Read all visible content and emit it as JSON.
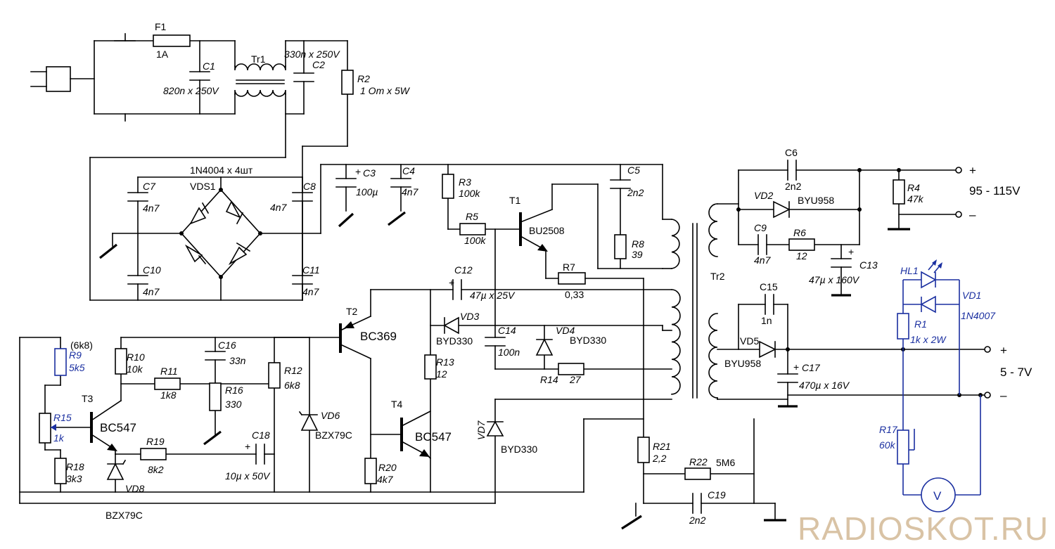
{
  "labels": {
    "F1": "F1",
    "F1v": "1A",
    "C1": "C1",
    "C1v": "820n x 250V",
    "Tr1": "Tr1",
    "C2v": "330n x 250V",
    "C2": "C2",
    "R2": "R2",
    "R2v": "1 Om x 5W",
    "VDSv": "1N4004 x 4шт",
    "VDS1": "VDS1",
    "C7": "C7",
    "C7v": "4n7",
    "C8": "C8",
    "C8v": "4n7",
    "C10": "C10",
    "C10v": "4n7",
    "C11": "C11",
    "C11v": "4n7",
    "C3": "C3",
    "C3v": "100µ",
    "C4": "C4",
    "C4v": "4n7",
    "R3": "R3",
    "R3v": "100k",
    "T1": "T1",
    "T1v": "BU2508",
    "R5": "R5",
    "R5v": "100k",
    "C5": "C5",
    "C5v": "2n2",
    "R8": "R8",
    "R8v": "39",
    "R7": "R7",
    "R7v": "0,33",
    "C12": "C12",
    "C12v": "47µ x 25V",
    "T2": "T2",
    "T2v": "BC369",
    "VD3": "VD3",
    "VD3v": "BYD330",
    "C14": "C14",
    "C14v": "100n",
    "VD4": "VD4",
    "VD4v": "BYD330",
    "R13": "R13",
    "R13v": "12",
    "R14": "R14",
    "R14v": "27",
    "T4": "T4",
    "T4v": "BC547",
    "VD7": "VD7",
    "VD7v": "BYD330",
    "R20": "R20",
    "R20v": "4k7",
    "R21": "R21",
    "R21v": "2,2",
    "R22": "R22",
    "R22v": "5M6",
    "C19": "C19",
    "C19v": "2n2",
    "R9x": "(6k8)",
    "R9": "R9",
    "R9v": "5k5",
    "R10": "R10",
    "R10v": "10k",
    "R11": "R11",
    "R11v": "1k8",
    "C16": "C16",
    "C16v": "33n",
    "R16": "R16",
    "R16v": "330",
    "R12": "R12",
    "R12v": "6k8",
    "VD6": "VD6",
    "VD6v": "BZX79C",
    "T3": "T3",
    "T3v": "BC547",
    "R15": "R15",
    "R15v": "1k",
    "R19": "R19",
    "R19v": "8k2",
    "C18": "C18",
    "C18v": "10µ x 50V",
    "R18": "R18",
    "R18v": "3k3",
    "VD8": "VD8",
    "VD8v": "BZX79C",
    "Tr2": "Tr2",
    "C6": "C6",
    "C6v": "2n2",
    "VD2": "VD2",
    "VD2v": "BYU958",
    "C9": "C9",
    "C9v": "4n7",
    "R6": "R6",
    "R6v": "12",
    "C13": "C13",
    "C13v": "47µ x 160V",
    "R4": "R4",
    "R4v": "47k",
    "plus1": "+",
    "minus1": "–",
    "out1": "95 - 115V",
    "C15": "C15",
    "C15v": "1n",
    "VD5": "VD5",
    "VD5v": "BYU958",
    "C17": "C17",
    "C17v": "470µ x 16V",
    "HL1": "HL1",
    "VD1": "VD1",
    "VD1v": "1N4007",
    "R1": "R1",
    "R1v": "1k x 2W",
    "plus2": "+",
    "minus2": "–",
    "out2": "5 - 7V",
    "R17": "R17",
    "R17v": "60k",
    "V": "V",
    "plusC3": "+",
    "plusC12": "+",
    "plusC18": "+",
    "plusC13": "+",
    "plusC17": "+"
  },
  "watermark": "RADIOSKOT.RU"
}
